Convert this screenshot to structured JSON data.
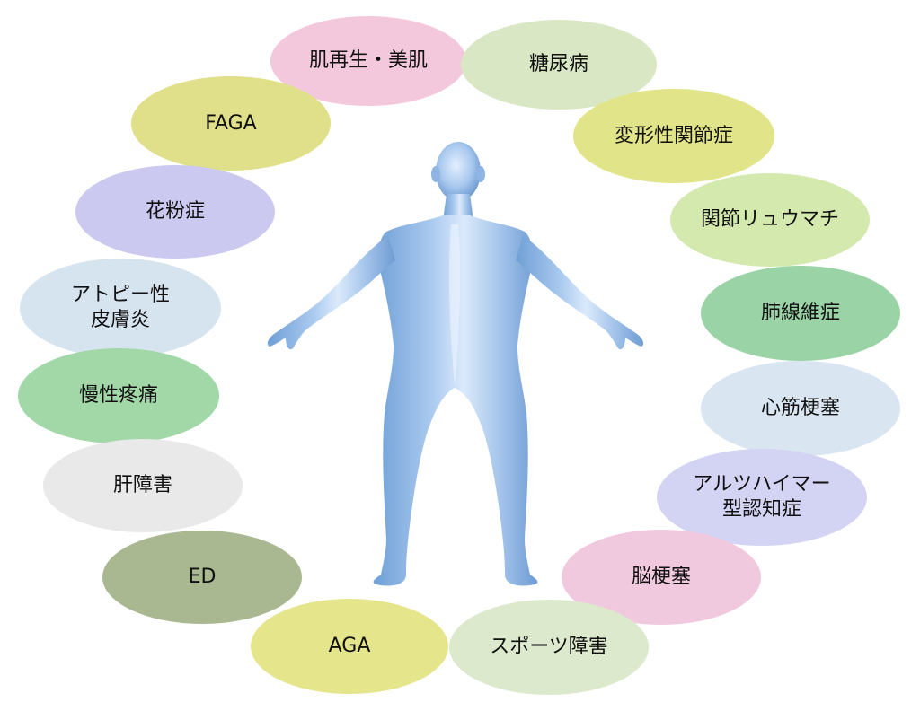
{
  "conditions": [
    {
      "label": "肌再生・美肌",
      "color": "#f3c8dc"
    },
    {
      "label": "糖尿病",
      "color": "#d9e7c4"
    },
    {
      "label": "FAGA",
      "color": "#e0e08a"
    },
    {
      "label": "変形性関節症",
      "color": "#e1e489"
    },
    {
      "label": "花粉症",
      "color": "#cbc9f0"
    },
    {
      "label": "関節リュウマチ",
      "color": "#d4e9ad"
    },
    {
      "label": "アトピー性\n皮膚炎",
      "color": "#d6e4ef"
    },
    {
      "label": "肺線維症",
      "color": "#99d3a6"
    },
    {
      "label": "慢性疼痛",
      "color": "#a2d7a7"
    },
    {
      "label": "心筋梗塞",
      "color": "#d9e5f0"
    },
    {
      "label": "肝障害",
      "color": "#e9e9e9"
    },
    {
      "label": "アルツハイマー\n型認知症",
      "color": "#d3d3f3"
    },
    {
      "label": "ED",
      "color": "#a9b890"
    },
    {
      "label": "脳梗塞",
      "color": "#f1c9de"
    },
    {
      "label": "AGA",
      "color": "#e5e58c"
    },
    {
      "label": "スポーツ障害",
      "color": "#dce9cc"
    }
  ]
}
